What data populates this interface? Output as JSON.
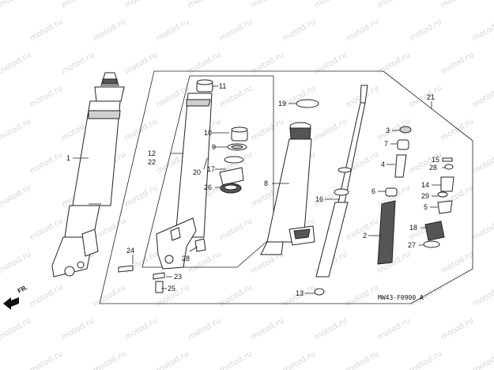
{
  "watermark": "motod.ru",
  "diagram_code": "MW43-F0900 A",
  "direction_label": "FR.",
  "callouts": [
    "1",
    "2",
    "3",
    "4",
    "5",
    "6",
    "7",
    "8",
    "9",
    "10",
    "11",
    "12",
    "13",
    "14",
    "15",
    "16",
    "17",
    "18",
    "19",
    "20",
    "21",
    "22",
    "23",
    "24",
    "25",
    "26",
    "27",
    "28",
    "28",
    "28",
    "29"
  ]
}
